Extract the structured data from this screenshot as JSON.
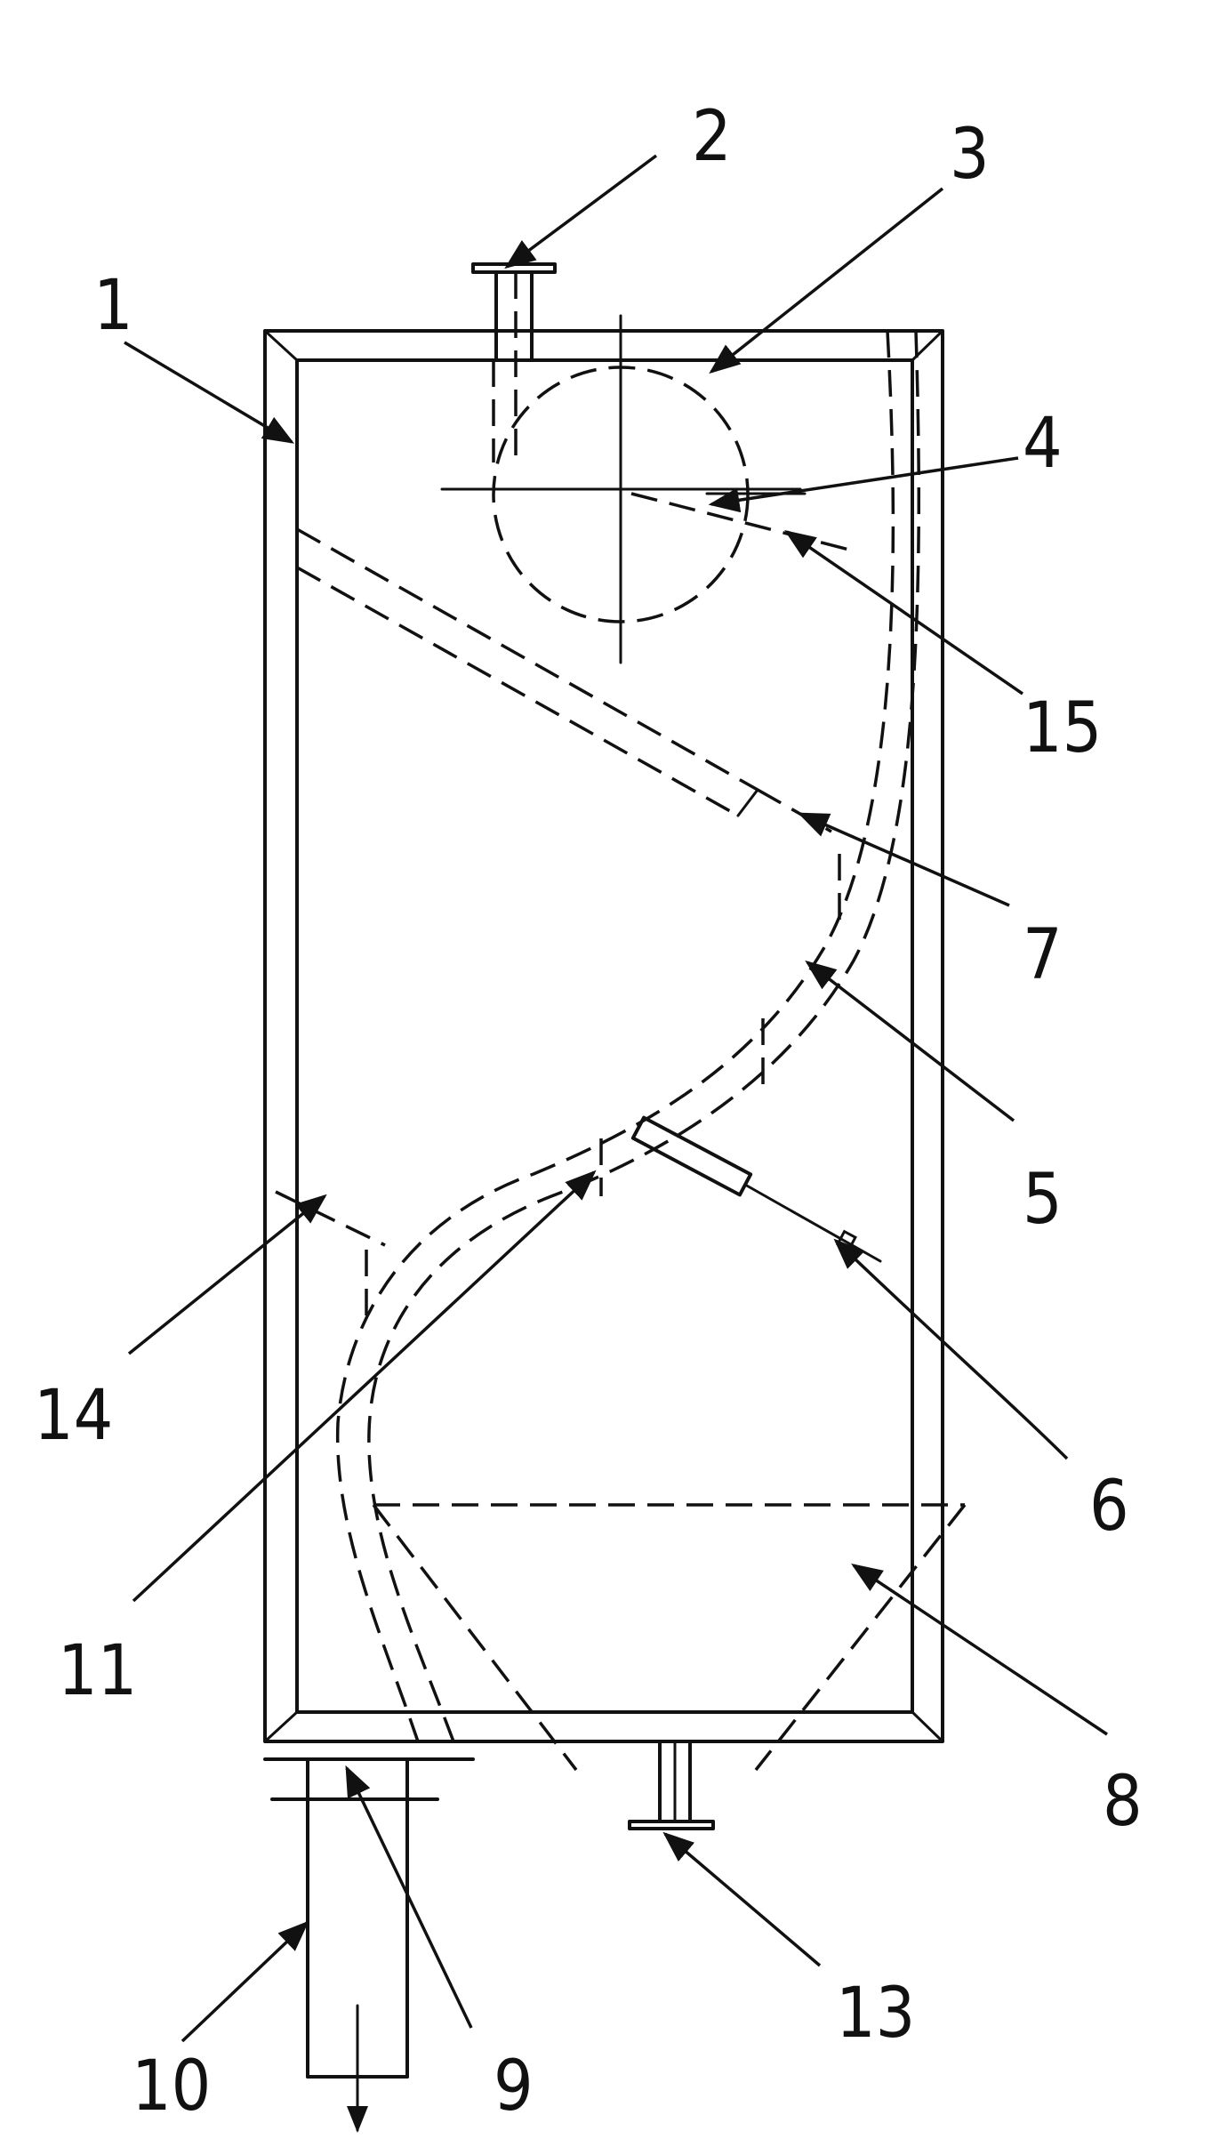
{
  "callouts": [
    {
      "id": "1",
      "text": "1"
    },
    {
      "id": "2",
      "text": "2"
    },
    {
      "id": "3",
      "text": "3"
    },
    {
      "id": "4",
      "text": "4"
    },
    {
      "id": "5",
      "text": "5"
    },
    {
      "id": "6",
      "text": "6"
    },
    {
      "id": "7",
      "text": "7"
    },
    {
      "id": "8",
      "text": "8"
    },
    {
      "id": "9",
      "text": "9"
    },
    {
      "id": "10",
      "text": "10"
    },
    {
      "id": "11",
      "text": "11"
    },
    {
      "id": "13",
      "text": "13"
    },
    {
      "id": "14",
      "text": "14"
    },
    {
      "id": "15",
      "text": "15"
    }
  ]
}
